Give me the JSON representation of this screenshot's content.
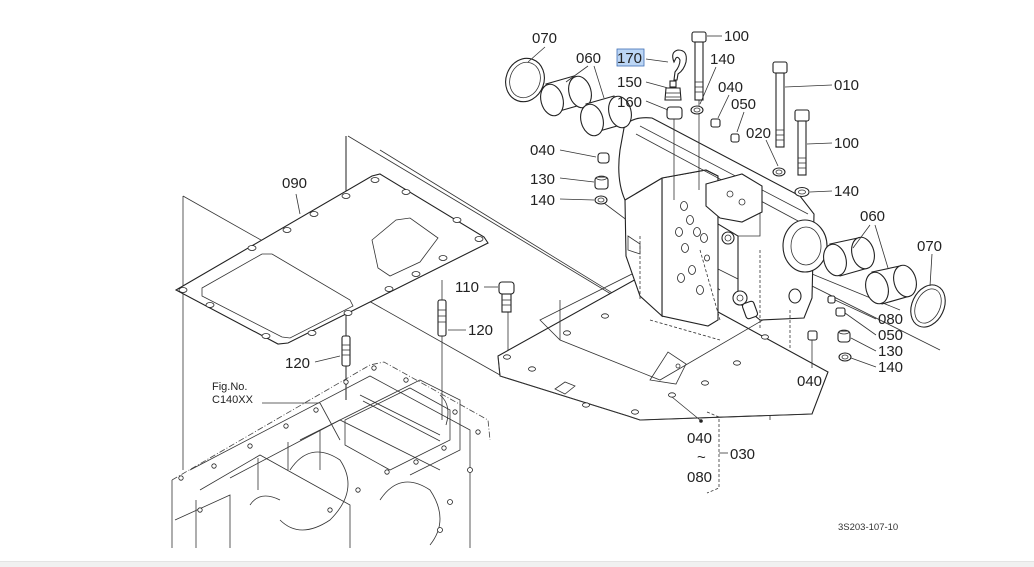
{
  "diagram": {
    "figure_code": "3S203-107-10",
    "fig_ref": {
      "line1": "Fig.No.",
      "line2": "C140XX"
    },
    "highlighted_callout": "170",
    "callouts": {
      "c070_top": "070",
      "c060_top": "060",
      "c170": "170",
      "c150": "150",
      "c160": "160",
      "c100_top": "100",
      "c140_top": "140",
      "c040_top": "040",
      "c050_top": "050",
      "c020": "020",
      "c010": "010",
      "c100_right": "100",
      "c140_right": "140",
      "c040_left": "040",
      "c130_left": "130",
      "c140_left": "140",
      "c090": "090",
      "c110": "110",
      "c120_right": "120",
      "c120_left": "120",
      "c060_right": "060",
      "c070_right": "070",
      "c080": "080",
      "c050_right": "050",
      "c130_right": "130",
      "c140_low": "140",
      "c040_low": "040",
      "range_from": "040",
      "range_tilde": "~",
      "range_to": "080",
      "c030": "030"
    }
  }
}
